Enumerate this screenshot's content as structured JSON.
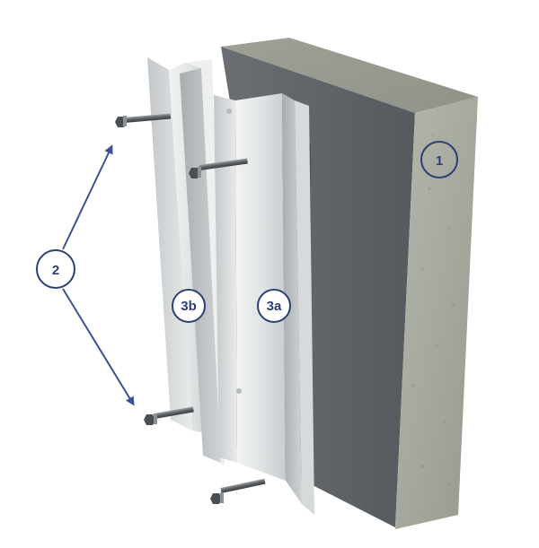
{
  "callouts": {
    "wall": "1",
    "screws": "2",
    "profile_front": "3a",
    "profile_back": "3b"
  },
  "colors": {
    "callout_stroke": "#2e3f73",
    "callout_text": "#2e3f73",
    "arrow": "#3f5191",
    "concrete": "#a9aca0",
    "wall_face": "#5d6266",
    "metal": "#d9dcdd"
  }
}
